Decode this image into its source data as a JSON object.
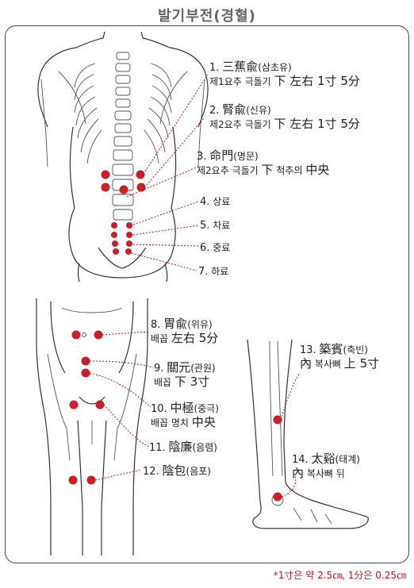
{
  "title": "발기부전(경혈)",
  "footnote": "*1寸은 약 2.5㎝, 1分은 0.25㎝",
  "point_color": "#cc1f24",
  "points": [
    {
      "num": "1.",
      "name": "三蕉兪",
      "reading": "(삼초유)",
      "desc_pre": "제1요추 극돌기",
      "desc_big": "下 左右 1寸 5分"
    },
    {
      "num": "2.",
      "name": "腎兪",
      "reading": "(신유)",
      "desc_pre": "제2요추 극돌기",
      "desc_big": "下 左右 1寸 5分"
    },
    {
      "num": "3.",
      "name": "命門",
      "reading": "(명문)",
      "desc_pre": "제2요추 극돌기",
      "desc_big": "下",
      "desc_mid": "척추의",
      "desc_big2": "中央"
    },
    {
      "num": "4.",
      "name": "상료"
    },
    {
      "num": "5.",
      "name": "차료"
    },
    {
      "num": "6.",
      "name": "중료"
    },
    {
      "num": "7.",
      "name": "하료"
    },
    {
      "num": "8.",
      "name": "胃兪",
      "reading": "(위유)",
      "desc_pre": "배꼽",
      "desc_big": "左右 5分"
    },
    {
      "num": "9.",
      "name": "關元",
      "reading": "(관원)",
      "desc_pre": "배꼽",
      "desc_big": "下 3寸"
    },
    {
      "num": "10.",
      "name": "中極",
      "reading": "(중극)",
      "desc_pre": "배꼽 명치",
      "desc_big": "中央"
    },
    {
      "num": "11.",
      "name": "陰廉",
      "reading": "(음렴)"
    },
    {
      "num": "12.",
      "name": "陰包",
      "reading": "(음포)"
    },
    {
      "num": "13.",
      "name": "築賓",
      "reading": "(축빈)",
      "desc_big": "內",
      "desc_pre": "복사뼈",
      "desc_big2": "上 5寸"
    },
    {
      "num": "14.",
      "name": "太谿",
      "reading": "(태계)",
      "desc_big": "內",
      "desc_pre": "복사뼈 뒤"
    }
  ]
}
